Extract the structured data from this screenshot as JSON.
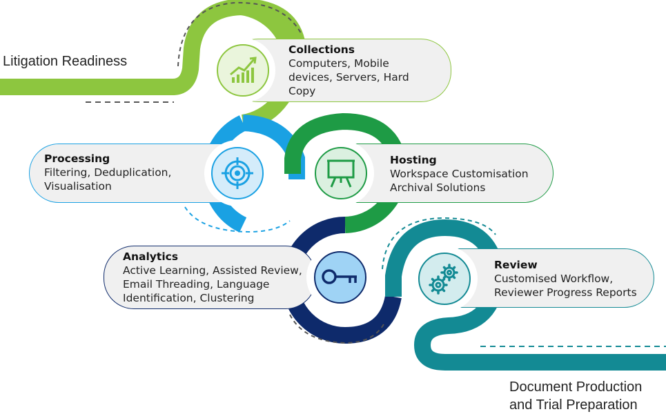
{
  "start_label": "Litigation Readiness",
  "end_label": "Document Production and Trial Preparation",
  "end_label_lines": [
    "Document Production",
    "and Trial Preparation"
  ],
  "colors": {
    "green_light": "#8dc63f",
    "blue_light": "#1aa1e3",
    "green_dark": "#1e9b45",
    "navy": "#0e2a6b",
    "teal": "#138a94",
    "pill": "#f0f0f0",
    "dash": "#555555"
  },
  "stages": [
    {
      "id": "collections",
      "title": "Collections",
      "icon": "growth-chart-icon",
      "body_lines": [
        "Computers, Mobile",
        "devices, Servers, Hard",
        "Copy"
      ]
    },
    {
      "id": "processing",
      "title": "Processing",
      "icon": "target-icon",
      "body_lines": [
        "Filtering, Deduplication,",
        "Visualisation"
      ]
    },
    {
      "id": "hosting",
      "title": "Hosting",
      "icon": "presentation-board-icon",
      "body_lines": [
        "Workspace Customisation",
        "Archival Solutions"
      ]
    },
    {
      "id": "analytics",
      "title": "Analytics",
      "icon": "key-icon",
      "body_lines": [
        "Active Learning, Assisted Review,",
        "Email Threading, Language",
        "Identification, Clustering"
      ]
    },
    {
      "id": "review",
      "title": "Review",
      "icon": "gears-icon",
      "body_lines": [
        "Customised Workflow,",
        "Reviewer Progress Reports"
      ]
    }
  ]
}
